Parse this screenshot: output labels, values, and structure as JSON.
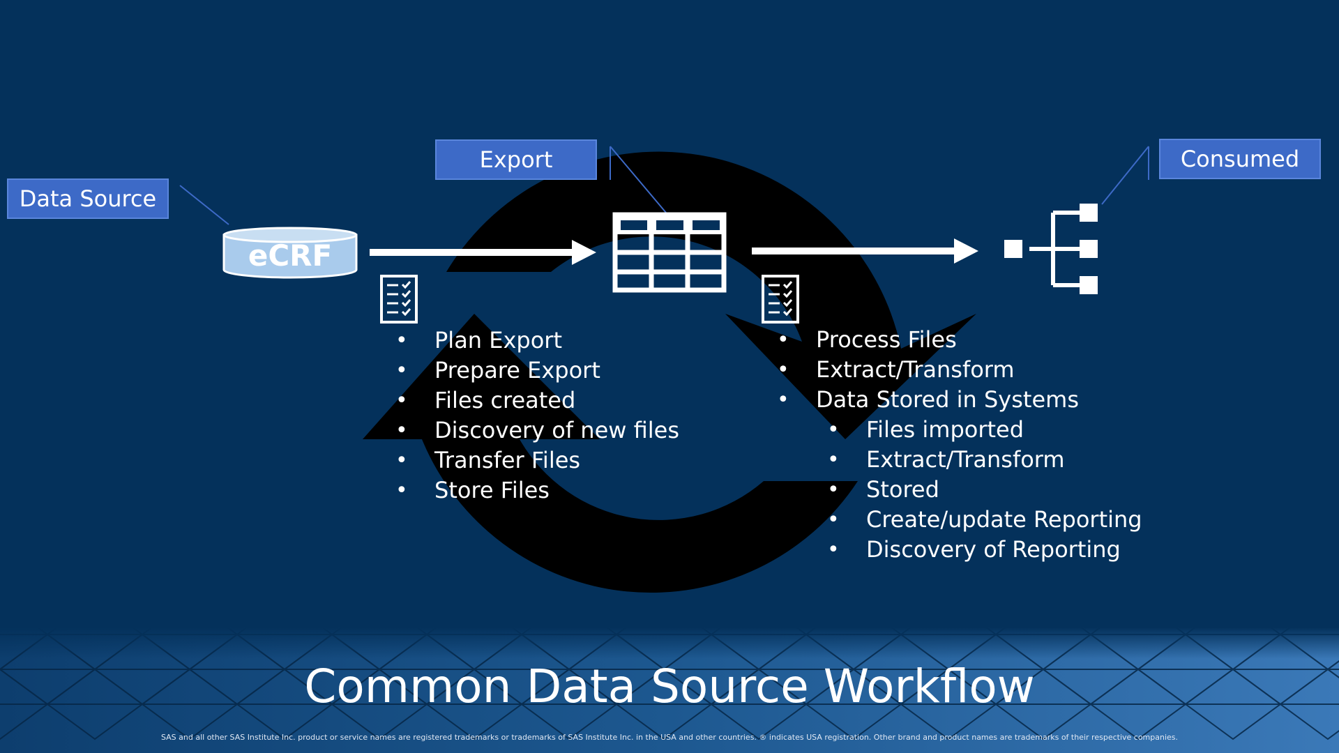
{
  "title": "Common Data Source Workflow",
  "footnote": "SAS and all other SAS Institute Inc. product or service names are registered trademarks or trademarks of SAS Institute Inc. in the USA and other countries. ® indicates USA registration. Other brand and product names are trademarks of their respective companies.",
  "callouts": {
    "data_source": "Data Source",
    "export": "Export",
    "consumed": "Consumed"
  },
  "source": {
    "label": "eCRF"
  },
  "export_steps": [
    "Plan Export",
    "Prepare Export",
    "Files created",
    "Discovery of new files",
    "Transfer Files",
    "Store Files"
  ],
  "consume_steps": [
    "Process Files",
    "Extract/Transform",
    "Data Stored in Systems"
  ],
  "consume_substeps": [
    "Files imported",
    "Extract/Transform",
    "Stored",
    "Create/update Reporting",
    "Discovery of Reporting"
  ],
  "icons": [
    "database-icon",
    "right-arrow-icon",
    "table-grid-icon",
    "checklist-icon",
    "hierarchy-icon",
    "cycle-arrows-icon"
  ],
  "colors": {
    "background": "#04315b",
    "callout_fill": "#3d6ac7",
    "cycle": "#000000",
    "database": "#a9cbec",
    "text": "#ffffff"
  }
}
